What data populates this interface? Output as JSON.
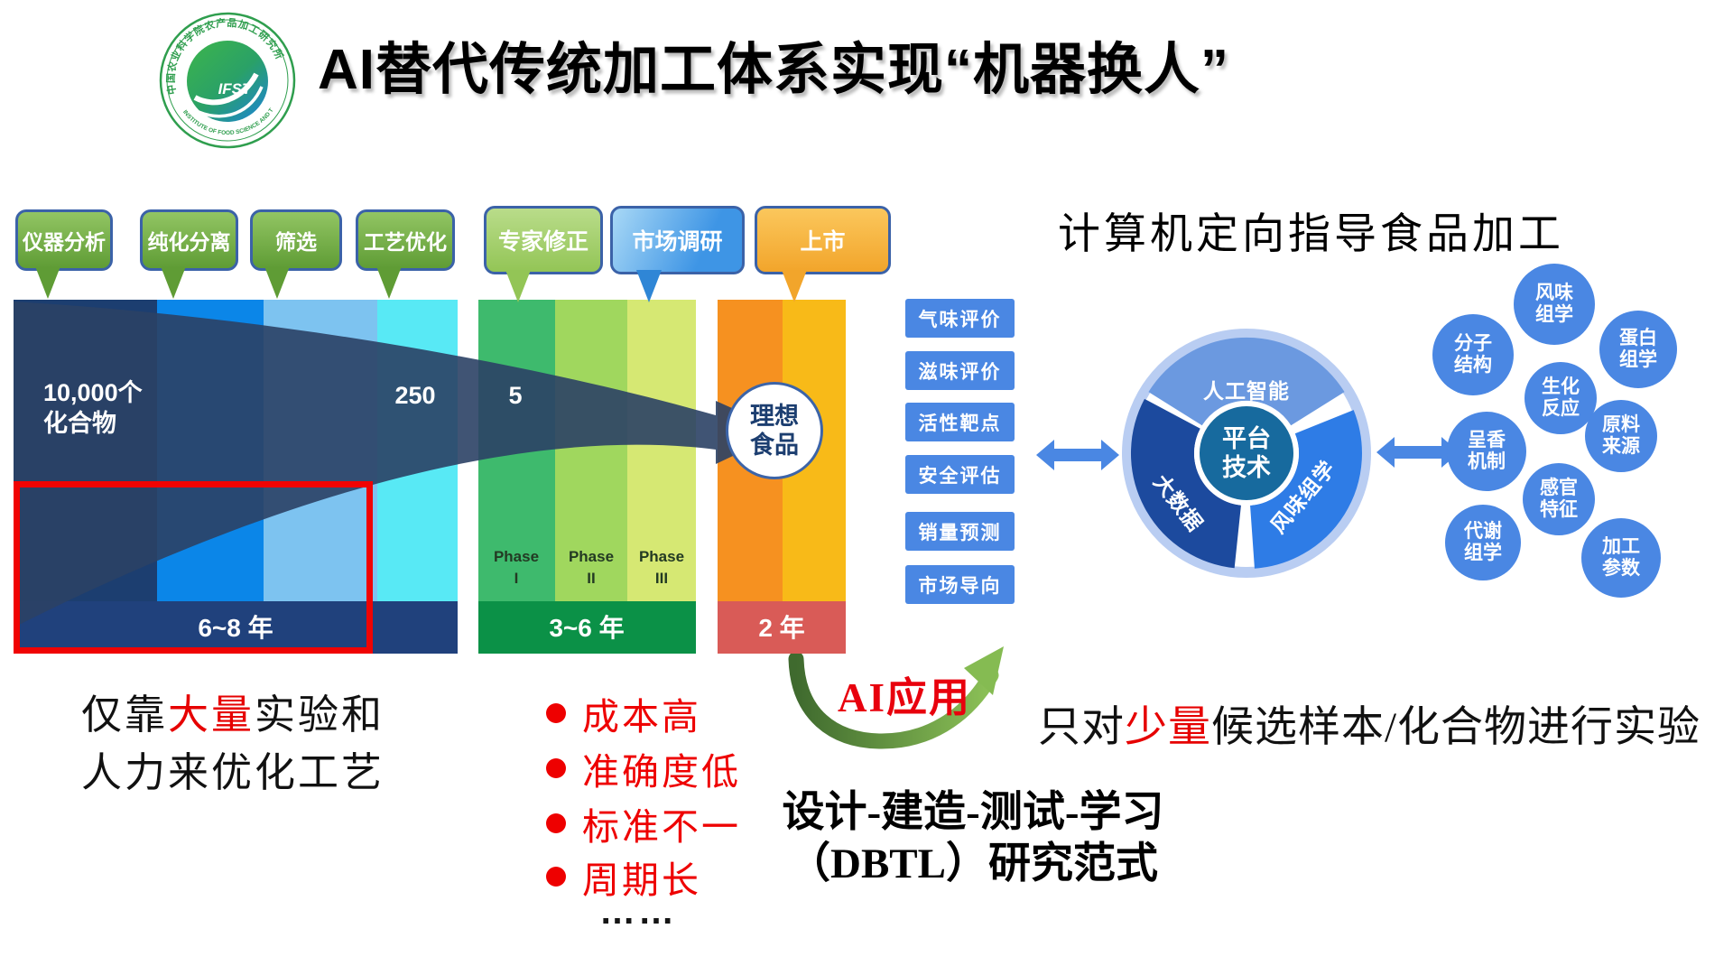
{
  "slide_title": "AI替代传统加工体系实现“机器换人”",
  "logo": {
    "abbr": "IFST",
    "ring_top": "中国农业科学院农产品加工研究所",
    "ring_bottom": "INSTITUTE OF FOOD SCIENCE AND TECHNOLOGY CAAS"
  },
  "funnel": {
    "callouts": [
      {
        "label": "仪器分析"
      },
      {
        "label": "纯化分离"
      },
      {
        "label": "筛选"
      },
      {
        "label": "工艺优化"
      },
      {
        "label": "专家修正"
      },
      {
        "label": "市场调研"
      },
      {
        "label": "上市"
      }
    ],
    "start_count_line1": "10,000个",
    "start_count_line2": "化合物",
    "mid_count": "250",
    "late_count": "5",
    "phases": [
      {
        "name": "Phase",
        "num": "I"
      },
      {
        "name": "Phase",
        "num": "II"
      },
      {
        "name": "Phase",
        "num": "III"
      }
    ],
    "durations": [
      {
        "label": "6~8 年"
      },
      {
        "label": "3~6 年"
      },
      {
        "label": "2 年"
      }
    ],
    "ideal_line1": "理想",
    "ideal_line2": "食品"
  },
  "process": {
    "title": "计算机定向指导食品加工",
    "evaluation_buttons": [
      {
        "label": "气味评价"
      },
      {
        "label": "滋味评价"
      },
      {
        "label": "活性靶点"
      },
      {
        "label": "安全评估"
      },
      {
        "label": "销量预测"
      },
      {
        "label": "市场导向"
      }
    ],
    "donut": {
      "top": "人工智能",
      "left": "大数据",
      "right": "风味组学",
      "center_line1": "平台",
      "center_line2": "技术"
    },
    "bubbles": [
      {
        "line1": "风味",
        "line2": "组学"
      },
      {
        "line1": "蛋白",
        "line2": "组学"
      },
      {
        "line1": "分子",
        "line2": "结构"
      },
      {
        "line1": "生化",
        "line2": "反应"
      },
      {
        "line1": "原料",
        "line2": "来源"
      },
      {
        "line1": "呈香",
        "line2": "机制"
      },
      {
        "line1": "感官",
        "line2": "特征"
      },
      {
        "line1": "代谢",
        "line2": "组学"
      },
      {
        "line1": "加工",
        "line2": "参数"
      }
    ]
  },
  "notes": {
    "left_line1_a": "仅靠",
    "left_line1_b": "大量",
    "left_line1_c": "实验和",
    "left_line2": "人力来优化工艺",
    "bullets": [
      {
        "label": "成本高"
      },
      {
        "label": "准确度低"
      },
      {
        "label": "标准不一"
      },
      {
        "label": "周期长"
      }
    ],
    "ellipsis": "……",
    "ai_label": "AI应用",
    "right_a": "只对",
    "right_b": "少量",
    "right_c": "候选样本/化合物进行实验",
    "dbtl_line1": "设计-建造-测试-学习",
    "dbtl_line2": "（DBTL）研究范式"
  },
  "colors": {
    "callout_green": "#6fae3e",
    "callout_lightgreen": "#a3cf6d",
    "callout_blue": "#4198e2",
    "callout_orange": "#f6b53c",
    "button_blue": "#4a87e3",
    "funnel_navy": "#1c3e70",
    "bar_green": "#0b9147",
    "bar_red": "#d95b57",
    "highlight_red": "#e60000",
    "arrow_green": "#6fa844"
  }
}
